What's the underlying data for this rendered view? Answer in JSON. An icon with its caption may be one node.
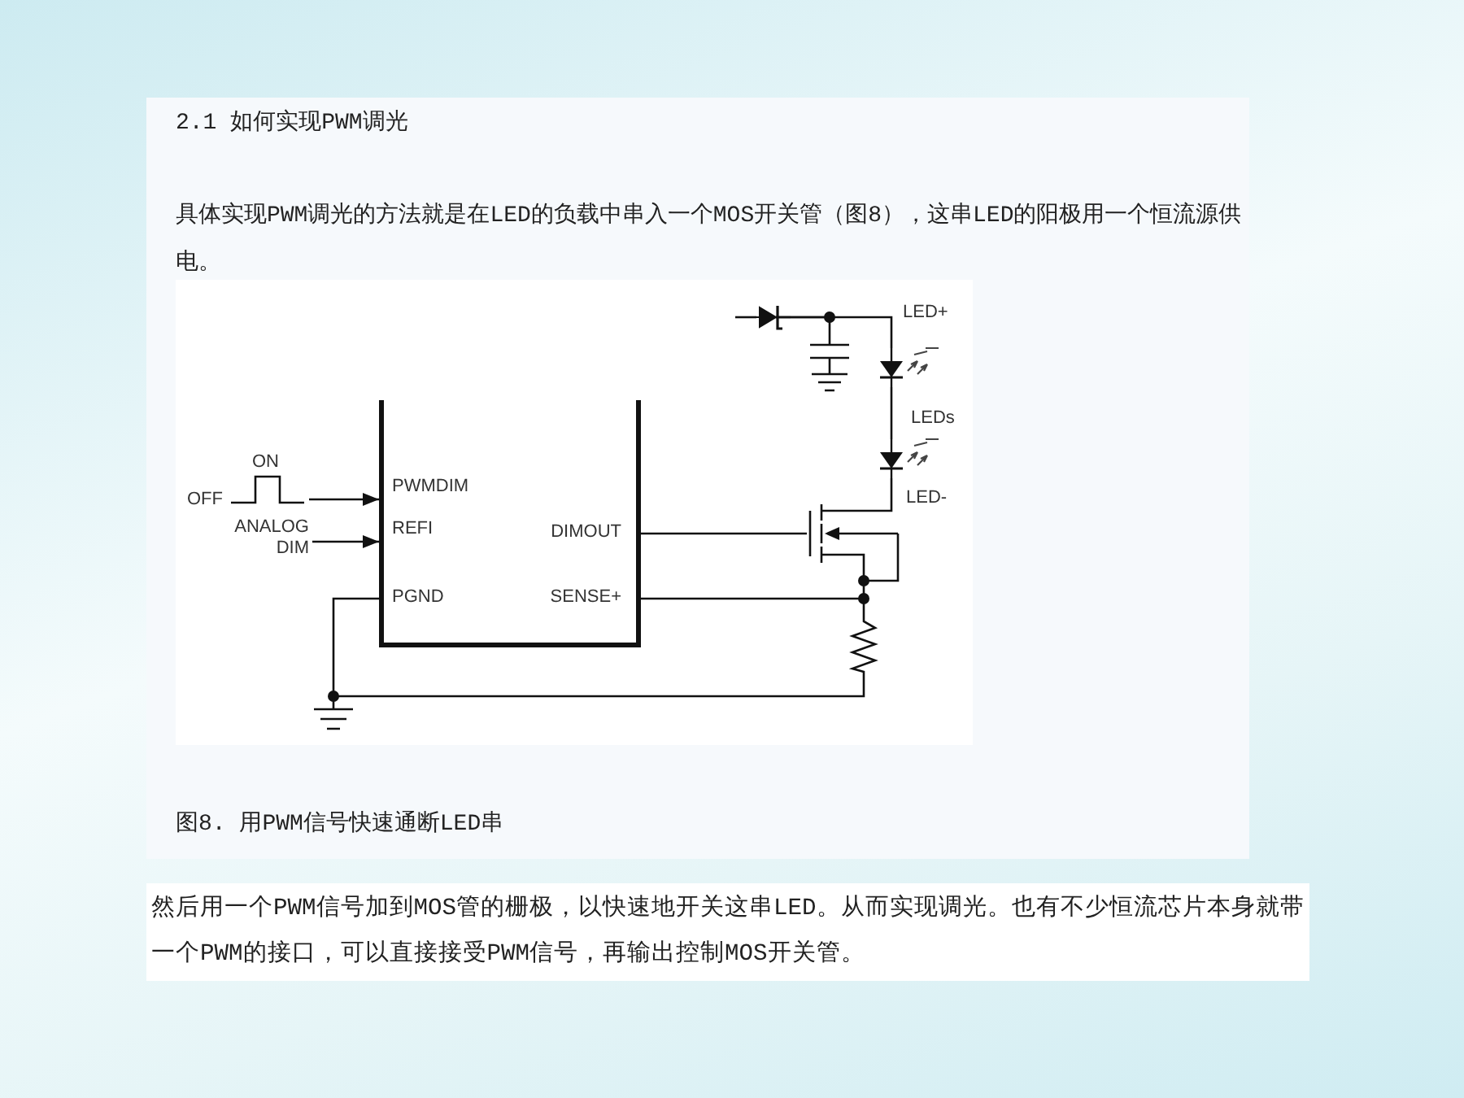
{
  "diagram": {
    "title": "2.1 如何实现PWM调光",
    "caption": "图8. 用PWM信号快速通断LED串",
    "nodes": [
      {
        "text": [
          "PWMDIM",
          "REFI",
          "PGND",
          "DIMOUT",
          "SENSE+"
        ]
      },
      {
        "text": [
          "ON",
          "OFF"
        ]
      },
      {
        "text": [
          "ANALOG DIM"
        ]
      },
      {
        "text": [],
        "shape": "diode"
      },
      {
        "text": [],
        "shape": "capacitor"
      },
      {
        "text": [],
        "shape": "led"
      },
      {
        "text": [],
        "shape": "led"
      },
      {
        "text": [],
        "shape": "transistor"
      },
      {
        "text": [],
        "shape": "resistor"
      },
      {
        "text": [],
        "shape": "ground"
      }
    ],
    "edges": [
      {
        "from": 1,
        "to": 0,
        "arrow": "to"
      },
      {
        "from": 2,
        "to": 0,
        "arrow": "to"
      },
      {
        "from": 0,
        "to": 7,
        "arrow": "none"
      },
      {
        "from": 0,
        "to": 7,
        "arrow": "none"
      },
      {
        "from": 0,
        "to": 9,
        "arrow": "none"
      },
      {
        "from": 8,
        "to": 9,
        "arrow": "none"
      },
      {
        "from": null,
        "to": 3,
        "arrow": "none"
      },
      {
        "from": 3,
        "to": 5,
        "arrow": "none"
      },
      {
        "from": 3,
        "to": 4,
        "arrow": "none"
      },
      {
        "from": 5,
        "to": 6,
        "arrow": "none"
      },
      {
        "from": 6,
        "to": 7,
        "arrow": "none"
      },
      {
        "from": 7,
        "to": 8,
        "arrow": "none"
      }
    ],
    "labels": [
      "具体实现PWM调光的方法就是在LED的负载中串入一个MOS开关管（图8），这串LED的阳极用一个恒流源供电。",
      "然后用一个PWM信号加到MOS管的栅极，以快速地开关这串LED。从而实现调光。也有不少恒流芯片本身就带一个PWM的接口，可以直接接受PWM信号，再输出控制MOS开关管。",
      "LED+",
      "LEDs",
      "LED-"
    ]
  }
}
